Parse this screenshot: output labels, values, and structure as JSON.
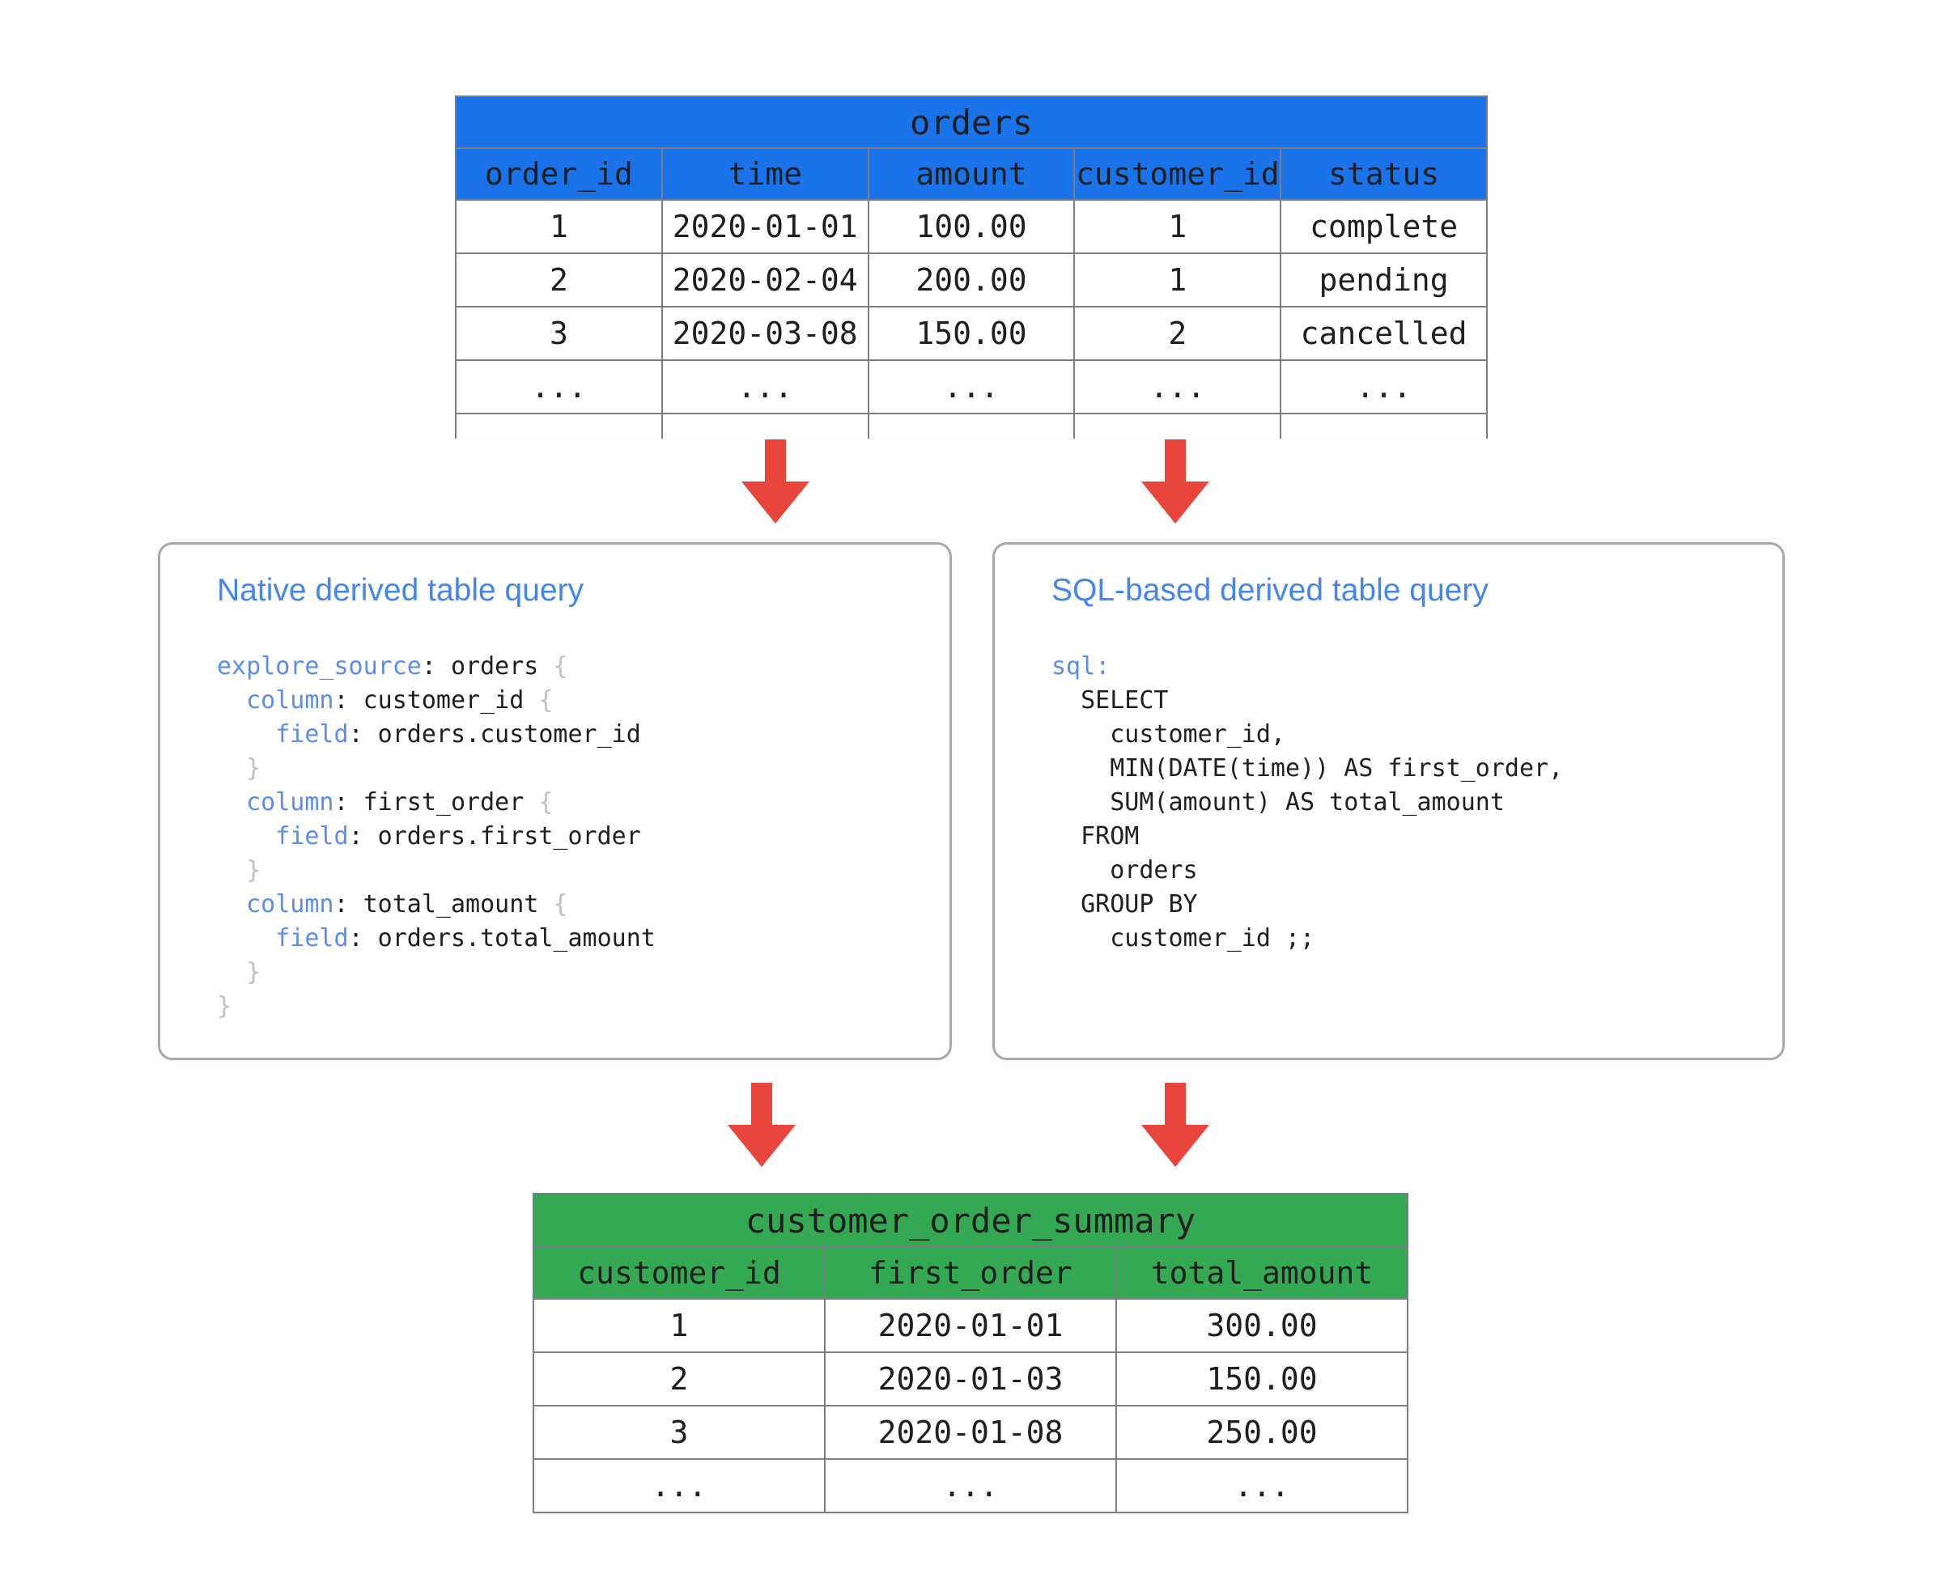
{
  "colors": {
    "source_table_header": "#1A73E8",
    "result_table_header": "#34A853",
    "arrow": "#E8453C",
    "panel_title": "#4285F4",
    "code_keyword": "#5B8DEF",
    "code_brace": "#BDC1C6",
    "table_border": "#7A7F85",
    "panel_border": "#A5A9AD"
  },
  "source_table": {
    "title": "orders",
    "columns": [
      "order_id",
      "time",
      "amount",
      "customer_id",
      "status"
    ],
    "rows": [
      [
        "1",
        "2020-01-01",
        "100.00",
        "1",
        "complete"
      ],
      [
        "2",
        "2020-02-04",
        "200.00",
        "1",
        "pending"
      ],
      [
        "3",
        "2020-03-08",
        "150.00",
        "2",
        "cancelled"
      ],
      [
        "...",
        "...",
        "...",
        "...",
        "..."
      ]
    ]
  },
  "result_table": {
    "title": "customer_order_summary",
    "columns": [
      "customer_id",
      "first_order",
      "total_amount"
    ],
    "rows": [
      [
        "1",
        "2020-01-01",
        "300.00"
      ],
      [
        "2",
        "2020-01-03",
        "150.00"
      ],
      [
        "3",
        "2020-01-08",
        "250.00"
      ],
      [
        "...",
        "...",
        "..."
      ]
    ]
  },
  "panels": [
    {
      "id": "native",
      "title": "Native derived table query",
      "code_lines": [
        [
          {
            "t": "explore_source",
            "c": "kw"
          },
          {
            "t": ": orders ",
            "c": ""
          },
          {
            "t": "{",
            "c": "brc"
          }
        ],
        [
          {
            "t": "  ",
            "c": ""
          },
          {
            "t": "column",
            "c": "kw"
          },
          {
            "t": ": customer_id ",
            "c": ""
          },
          {
            "t": "{",
            "c": "brc"
          }
        ],
        [
          {
            "t": "    ",
            "c": ""
          },
          {
            "t": "field",
            "c": "kw"
          },
          {
            "t": ": orders.customer_id",
            "c": ""
          }
        ],
        [
          {
            "t": "  ",
            "c": ""
          },
          {
            "t": "}",
            "c": "brc"
          }
        ],
        [
          {
            "t": "  ",
            "c": ""
          },
          {
            "t": "column",
            "c": "kw"
          },
          {
            "t": ": first_order ",
            "c": ""
          },
          {
            "t": "{",
            "c": "brc"
          }
        ],
        [
          {
            "t": "    ",
            "c": ""
          },
          {
            "t": "field",
            "c": "kw"
          },
          {
            "t": ": orders.first_order",
            "c": ""
          }
        ],
        [
          {
            "t": "  ",
            "c": ""
          },
          {
            "t": "}",
            "c": "brc"
          }
        ],
        [
          {
            "t": "  ",
            "c": ""
          },
          {
            "t": "column",
            "c": "kw"
          },
          {
            "t": ": total_amount ",
            "c": ""
          },
          {
            "t": "{",
            "c": "brc"
          }
        ],
        [
          {
            "t": "    ",
            "c": ""
          },
          {
            "t": "field",
            "c": "kw"
          },
          {
            "t": ": orders.total_amount",
            "c": ""
          }
        ],
        [
          {
            "t": "  ",
            "c": ""
          },
          {
            "t": "}",
            "c": "brc"
          }
        ],
        [
          {
            "t": "}",
            "c": "brc"
          }
        ]
      ]
    },
    {
      "id": "sql",
      "title": "SQL-based derived table query",
      "code_lines": [
        [
          {
            "t": "sql",
            "c": "kw"
          },
          {
            "t": ":",
            "c": "kw"
          }
        ],
        [
          {
            "t": "  SELECT",
            "c": ""
          }
        ],
        [
          {
            "t": "    customer_id,",
            "c": ""
          }
        ],
        [
          {
            "t": "    MIN(DATE(time)) AS first_order,",
            "c": ""
          }
        ],
        [
          {
            "t": "    SUM(amount) AS total_amount",
            "c": ""
          }
        ],
        [
          {
            "t": "  FROM",
            "c": ""
          }
        ],
        [
          {
            "t": "    orders",
            "c": ""
          }
        ],
        [
          {
            "t": "  GROUP BY",
            "c": ""
          }
        ],
        [
          {
            "t": "    customer_id ;;",
            "c": ""
          }
        ]
      ]
    }
  ],
  "arrows": [
    {
      "name": "arrow-orders-to-native",
      "direction": "down"
    },
    {
      "name": "arrow-orders-to-sql",
      "direction": "down"
    },
    {
      "name": "arrow-native-to-summary",
      "direction": "down"
    },
    {
      "name": "arrow-sql-to-summary",
      "direction": "down"
    }
  ]
}
